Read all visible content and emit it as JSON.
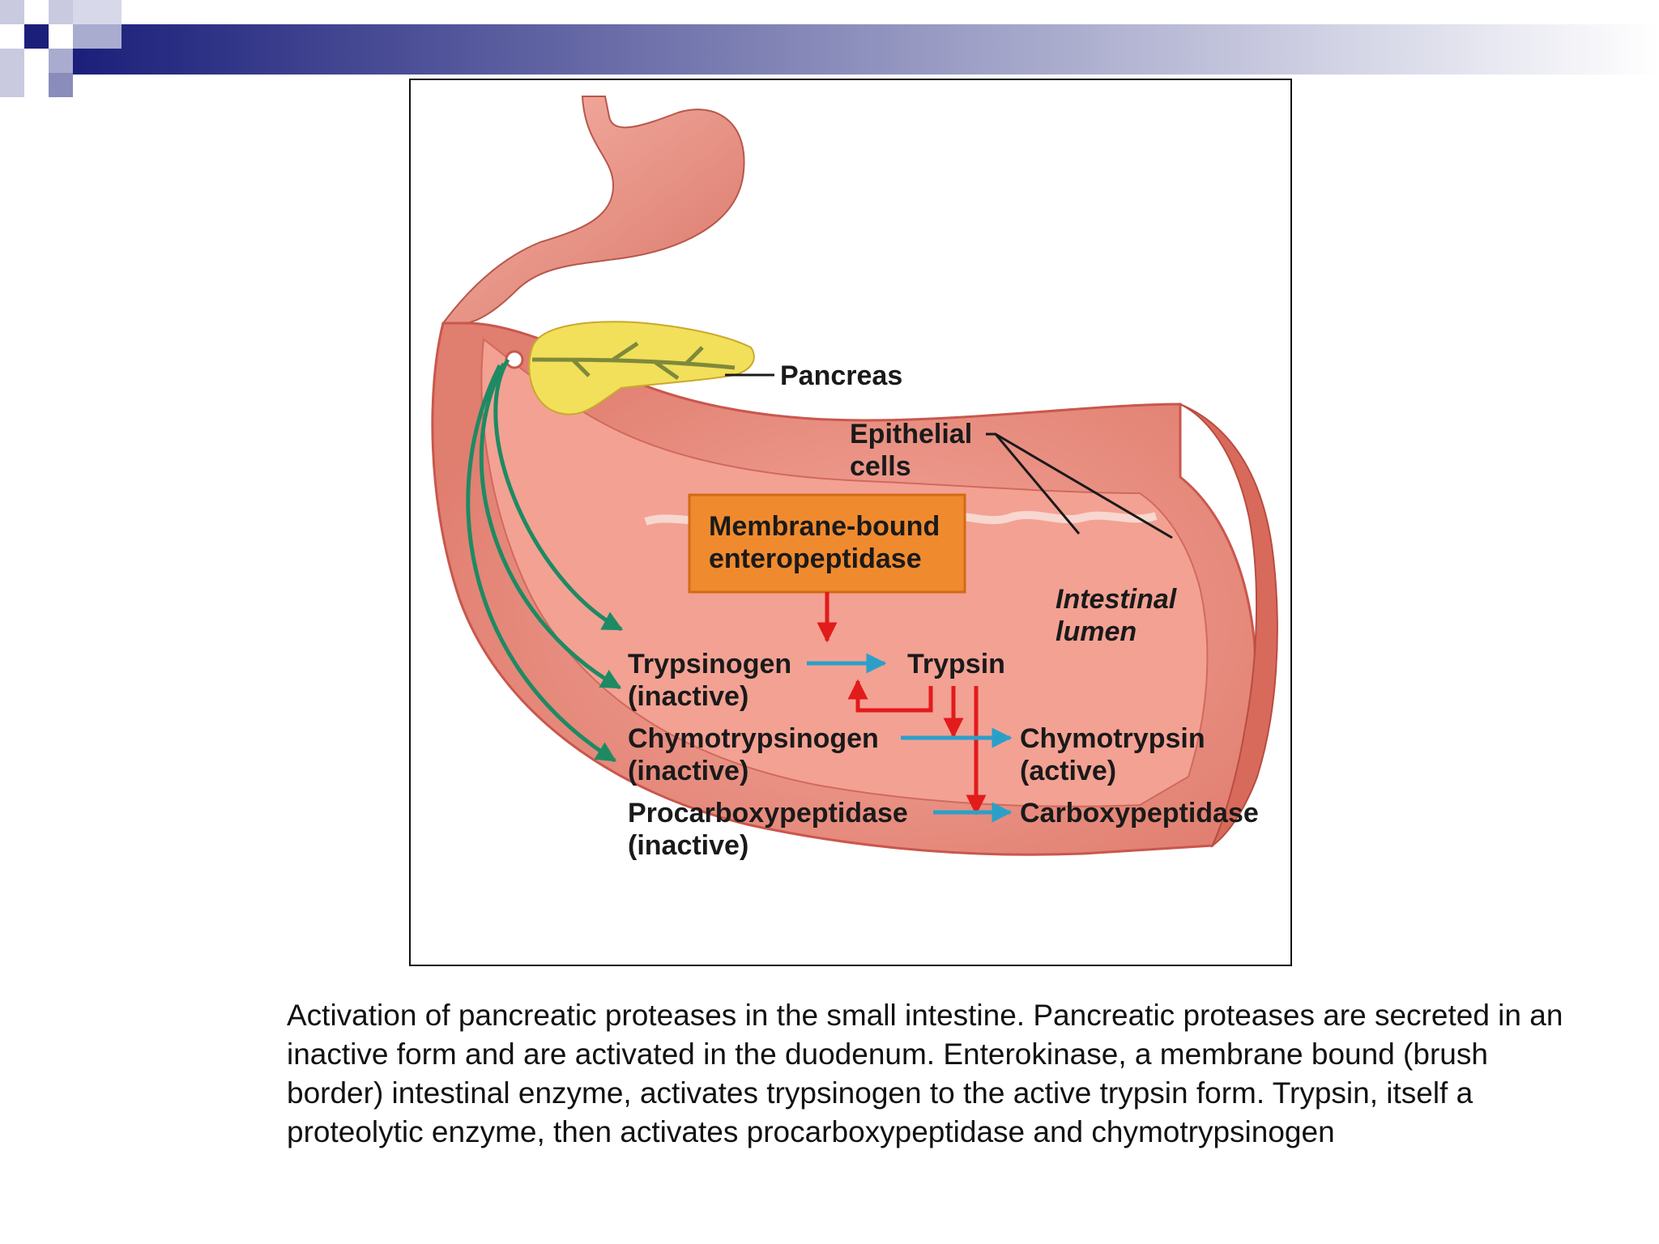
{
  "slide": {
    "accent_color": "#1b1f7a"
  },
  "figure": {
    "labels": {
      "pancreas": "Pancreas",
      "epithelial_line1": "Epithelial",
      "epithelial_line2": "cells",
      "enzyme_line1": "Membrane-bound",
      "enzyme_line2": "enteropeptidase",
      "lumen_line1": "Intestinal",
      "lumen_line2": "lumen",
      "trypsinogen": "Trypsinogen",
      "trypsinogen_state": "(inactive)",
      "trypsin": "Trypsin",
      "chymotrypsinogen": "Chymotrypsinogen",
      "chymotrypsinogen_state": "(inactive)",
      "chymotrypsin": "Chymotrypsin",
      "chymotrypsin_state": "(active)",
      "procarboxypeptidase": "Procarboxypeptidase",
      "procarboxypeptidase_state": "(inactive)",
      "carboxypeptidase": "Carboxypeptidase"
    },
    "colors": {
      "tissue": "#e98c7f",
      "tissue_dark": "#c9574d",
      "pancreas": "#f2df5a",
      "enzyme_box": "#f08a2e",
      "activation_arrow": "#e21b1b",
      "conversion_arrow": "#2aa0c9",
      "secretion_arrow": "#1e8a63"
    }
  },
  "caption": {
    "text": "Activation of pancreatic proteases in the small intestine. Pancreatic proteases are secreted in an inactive form and are activated in the duodenum. Enterokinase, a membrane bound (brush border) intestinal enzyme, activates trypsinogen to the active trypsin form. Trypsin, itself a proteolytic enzyme, then activates procarboxypeptidase and chymotrypsinogen"
  }
}
